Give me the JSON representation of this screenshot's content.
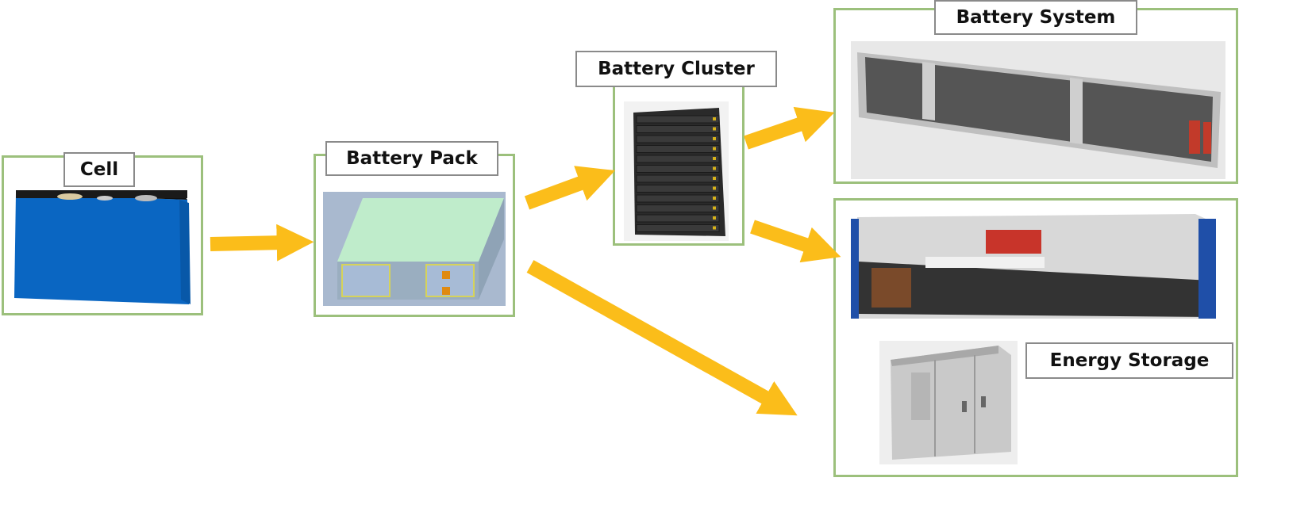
{
  "labels": {
    "cell": "Cell",
    "battery_pack": "Battery Pack",
    "battery_cluster": "Battery Cluster",
    "battery_system": "Battery System",
    "energy_storage": "Energy Storage"
  },
  "colors": {
    "arrow": "#fbbd1a",
    "frame_border": "#9cc07c",
    "label_border": "#8a8a8a",
    "cell_blue": "#0a66c2"
  },
  "images": {
    "cell": "prismatic-cell-image",
    "battery_pack": "battery-pack-module-image",
    "battery_cluster": "battery-rack-cluster-image",
    "battery_system": "container-battery-system-image",
    "energy_storage_container": "energy-storage-container-image",
    "energy_storage_cabinet": "outdoor-cabinet-image"
  },
  "arrows": [
    "cell-to-pack",
    "pack-to-cluster",
    "cluster-to-system",
    "cluster-to-storage",
    "pack-to-storage"
  ]
}
